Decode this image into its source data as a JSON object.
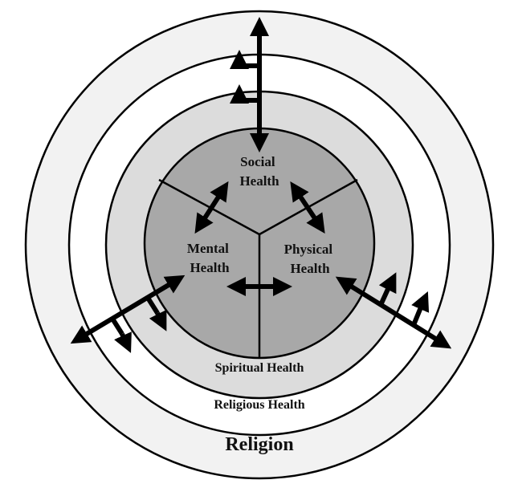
{
  "diagram": {
    "outer_label": "Religion",
    "ring2_label": "Religious Health",
    "ring1_label": "Spiritual Health",
    "core": {
      "social": [
        "Social",
        "Health"
      ],
      "mental": [
        "Mental",
        "Health"
      ],
      "physical": [
        "Physical",
        "Health"
      ]
    }
  },
  "colors": {
    "outer_fill": "#f2f2f2",
    "ring2_fill": "#ffffff",
    "ring1_fill": "#dcdcdc",
    "core_fill": "#a8a8a8",
    "stroke": "#000000"
  }
}
